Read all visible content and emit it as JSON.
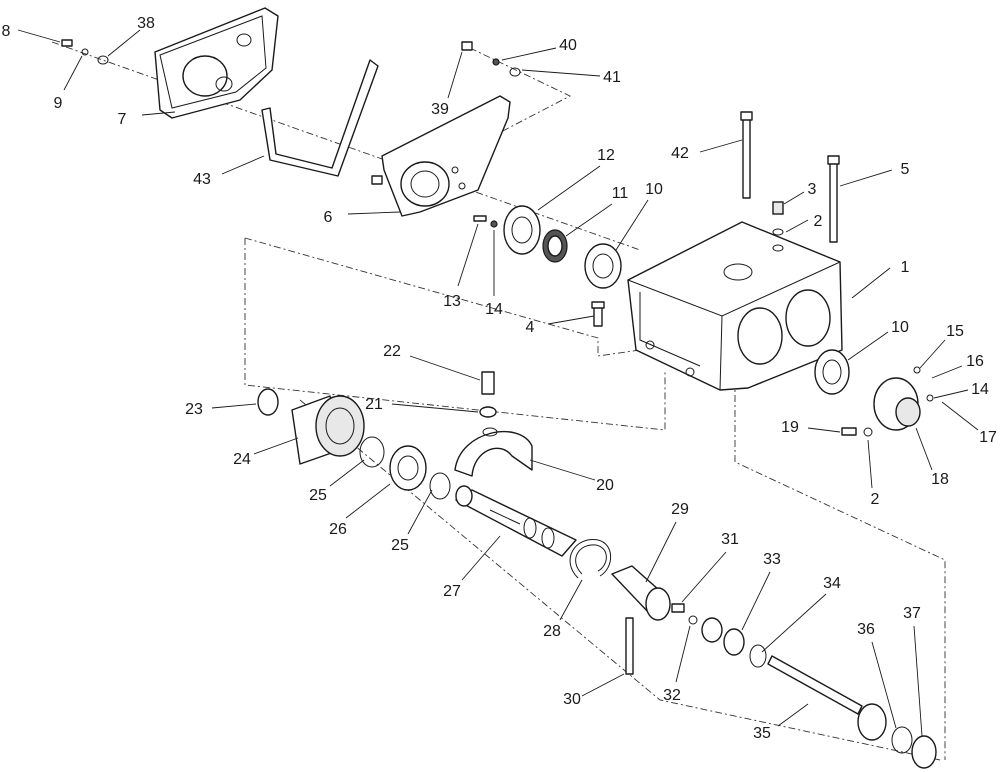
{
  "callouts": [
    {
      "label": "1"
    },
    {
      "label": "2"
    },
    {
      "label": "2"
    },
    {
      "label": "3"
    },
    {
      "label": "4"
    },
    {
      "label": "5"
    },
    {
      "label": "6"
    },
    {
      "label": "7"
    },
    {
      "label": "8"
    },
    {
      "label": "9"
    },
    {
      "label": "10"
    },
    {
      "label": "10"
    },
    {
      "label": "11"
    },
    {
      "label": "12"
    },
    {
      "label": "13"
    },
    {
      "label": "14"
    },
    {
      "label": "14"
    },
    {
      "label": "15"
    },
    {
      "label": "16"
    },
    {
      "label": "17"
    },
    {
      "label": "18"
    },
    {
      "label": "19"
    },
    {
      "label": "20"
    },
    {
      "label": "21"
    },
    {
      "label": "22"
    },
    {
      "label": "23"
    },
    {
      "label": "24"
    },
    {
      "label": "25"
    },
    {
      "label": "25"
    },
    {
      "label": "26"
    },
    {
      "label": "27"
    },
    {
      "label": "28"
    },
    {
      "label": "29"
    },
    {
      "label": "30"
    },
    {
      "label": "31"
    },
    {
      "label": "32"
    },
    {
      "label": "33"
    },
    {
      "label": "34"
    },
    {
      "label": "35"
    },
    {
      "label": "36"
    },
    {
      "label": "37"
    },
    {
      "label": "38"
    },
    {
      "label": "39"
    },
    {
      "label": "40"
    },
    {
      "label": "41"
    },
    {
      "label": "42"
    },
    {
      "label": "43"
    }
  ]
}
